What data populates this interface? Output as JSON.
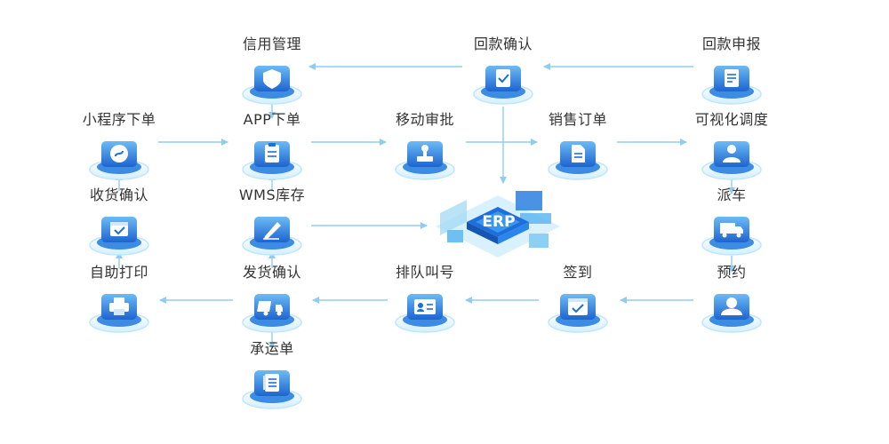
{
  "colors": {
    "accent": "#1e6fd9",
    "accent_light": "#4aa3f0",
    "ring": "#bfe6fa",
    "arrow": "#8fcdf0",
    "label": "#333333"
  },
  "nodes": {
    "credit": {
      "label": "信用管理",
      "icon": "shield-icon"
    },
    "payment_confirm": {
      "label": "回款确认",
      "icon": "checklist-icon"
    },
    "payment_report": {
      "label": "回款申报",
      "icon": "document-icon"
    },
    "miniapp_order": {
      "label": "小程序下单",
      "icon": "miniprogram-icon"
    },
    "app_order": {
      "label": "APP下单",
      "icon": "clipboard-icon"
    },
    "mobile_approval": {
      "label": "移动审批",
      "icon": "stamp-icon"
    },
    "sales_order": {
      "label": "销售订单",
      "icon": "file-icon"
    },
    "visual_dispatch": {
      "label": "可视化调度",
      "icon": "person-icon"
    },
    "receipt_confirm": {
      "label": "收货确认",
      "icon": "box-check-icon"
    },
    "wms": {
      "label": "WMS库存",
      "icon": "warehouse-pen-icon"
    },
    "dispatch_truck": {
      "label": "派车",
      "icon": "truck-icon"
    },
    "self_print": {
      "label": "自助打印",
      "icon": "printer-icon"
    },
    "ship_confirm": {
      "label": "发货确认",
      "icon": "delivery-truck-icon"
    },
    "queue": {
      "label": "排队叫号",
      "icon": "id-card-icon"
    },
    "checkin": {
      "label": "签到",
      "icon": "calendar-check-icon"
    },
    "appointment": {
      "label": "预约",
      "icon": "user-avatar-icon"
    },
    "waybill": {
      "label": "承运单",
      "icon": "waybill-icon"
    }
  },
  "erp": {
    "label": "ERP",
    "icon": "erp-chip-icon"
  }
}
